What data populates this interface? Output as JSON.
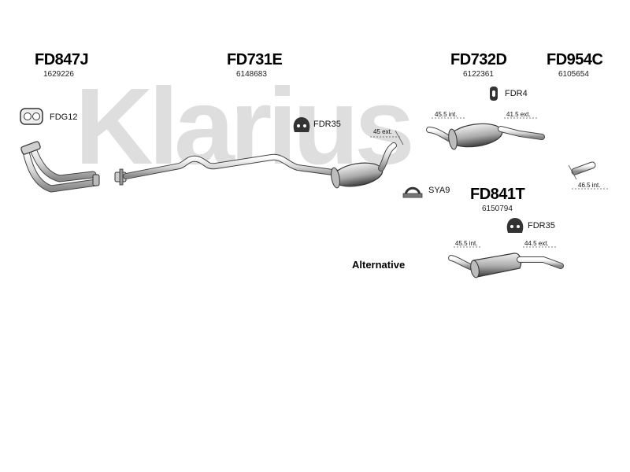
{
  "watermark": {
    "text": "Klarius",
    "color": "#d9d9d9"
  },
  "parts": {
    "front_pipe": {
      "code": "FD847J",
      "number": "1629226"
    },
    "center_section": {
      "code": "FD731E",
      "number": "6148683"
    },
    "rear_section": {
      "code": "FD732D",
      "number": "6122361"
    },
    "tail_pipe": {
      "code": "FD954C",
      "number": "6105654"
    },
    "alternative_rear": {
      "code": "FD841T",
      "number": "6150794"
    }
  },
  "fittings": {
    "gasket": "FDG12",
    "rubber_center": "FDR35",
    "rubber_rear": "FDR4",
    "clamp": "SYA9",
    "rubber_alt": "FDR35"
  },
  "measurements": {
    "center_ext": "45 ext.",
    "rear_int": "45.5 int.",
    "rear_ext": "41.5 ext.",
    "tail_int": "46.5 int.",
    "alt_int": "45.5 int.",
    "alt_ext": "44.5 ext."
  },
  "alternative_label": "Alternative"
}
